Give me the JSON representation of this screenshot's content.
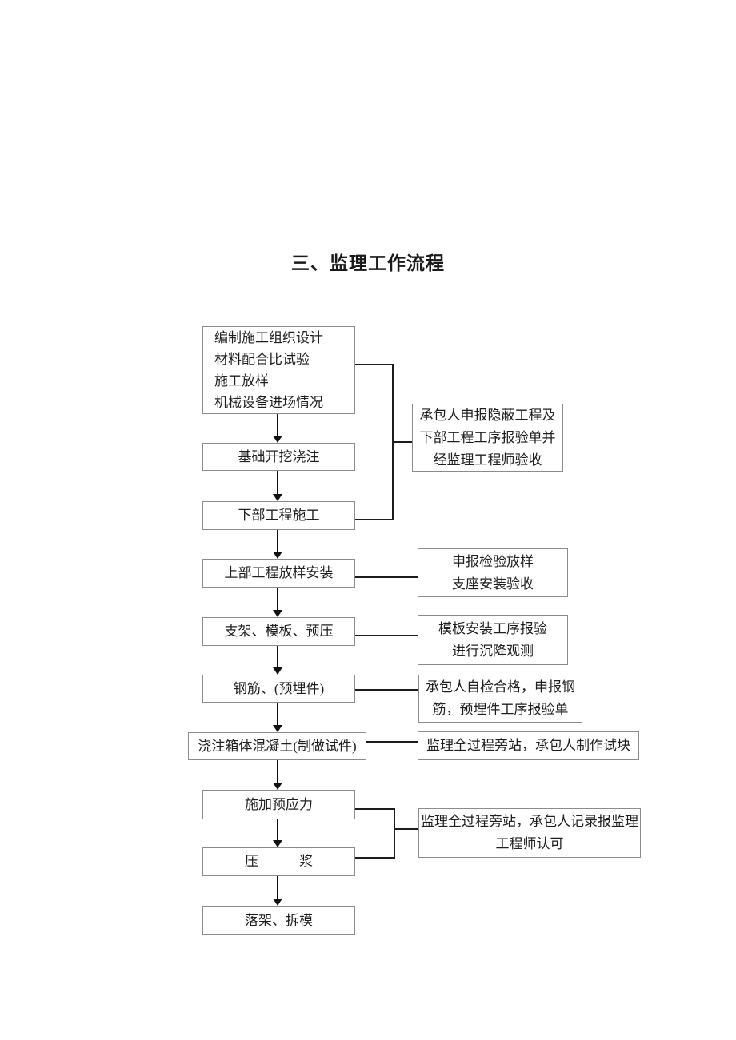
{
  "page": {
    "title": "三、监理工作流程",
    "background": "#ffffff"
  },
  "colors": {
    "box_border": "#8c8c8c",
    "connector_line": "#1c1c1c",
    "arrow": "#111111",
    "text": "#1f1f1f"
  },
  "flowchart": {
    "main_steps": [
      {
        "label": "编制施工组织设计\n材料配合比试验\n施工放样\n机械设备进场情况"
      },
      {
        "label": "基础开挖浇注"
      },
      {
        "label": "下部工程施工"
      },
      {
        "label": "上部工程放样安装"
      },
      {
        "label": "支架、模板、预压"
      },
      {
        "label": "钢筋、(预埋件)"
      },
      {
        "label": "浇注箱体混凝土(制做试件)"
      },
      {
        "label": "施加预应力"
      },
      {
        "label": "压　　　浆"
      },
      {
        "label": "落架、拆模"
      }
    ],
    "side_notes": [
      {
        "label": "承包人申报隐蔽工程及\n下部工程工序报验单并\n经监理工程师验收"
      },
      {
        "label": "申报检验放样\n支座安装验收"
      },
      {
        "label": "模板安装工序报验\n进行沉降观测"
      },
      {
        "label": "承包人自检合格，申报钢\n筋，预埋件工序报验单"
      },
      {
        "label": "监理全过程旁站，承包人制作试块"
      },
      {
        "label": "监理全过程旁站，承包人记录报监理\n工程师认可"
      }
    ]
  }
}
